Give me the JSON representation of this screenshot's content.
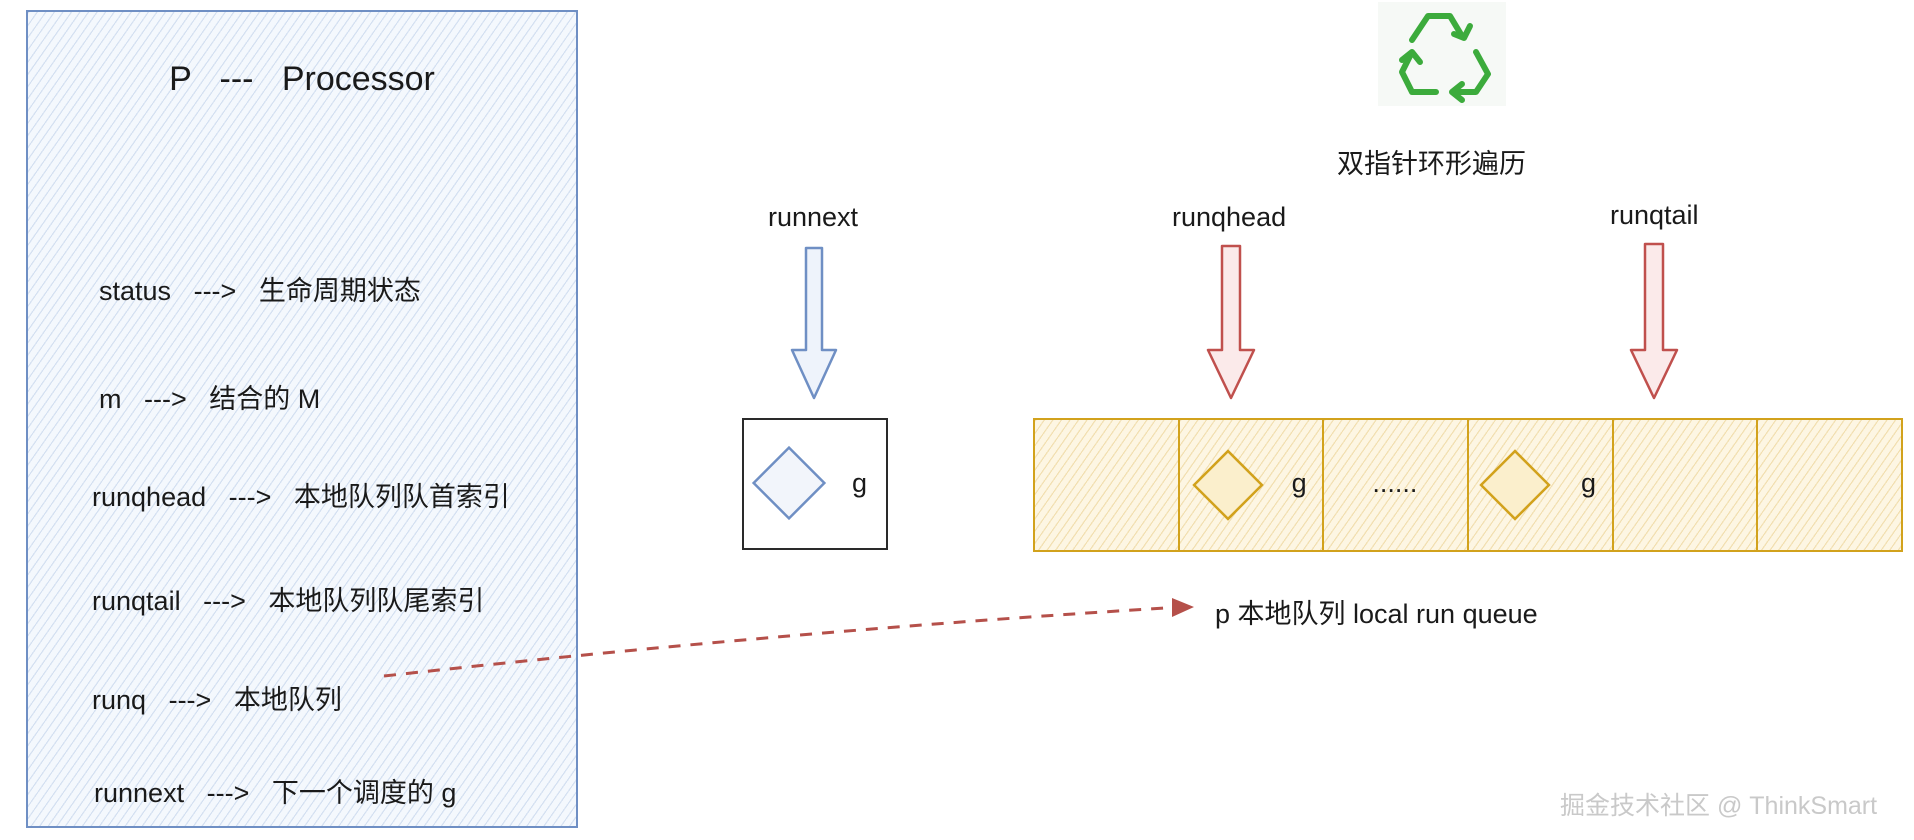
{
  "panel": {
    "title": "P   ---   Processor",
    "fields": [
      {
        "name": "status",
        "arrow": "--->",
        "desc": "生命周期状态"
      },
      {
        "name": "m",
        "arrow": "--->",
        "desc": "结合的 M"
      },
      {
        "name": "runqhead",
        "arrow": "--->",
        "desc": "本地队列队首索引"
      },
      {
        "name": "runqtail",
        "arrow": "--->",
        "desc": "本地队列队尾索引"
      },
      {
        "name": "runq",
        "arrow": "--->",
        "desc": "本地队列"
      },
      {
        "name": "runnext",
        "arrow": "--->",
        "desc": "下一个调度的 g"
      }
    ]
  },
  "pointers": {
    "runnext": "runnext",
    "runqhead": "runqhead",
    "runqtail": "runqtail"
  },
  "recycle": {
    "icon": "recycle-icon",
    "caption": "双指针环形遍历"
  },
  "runnext_box": {
    "label": "g"
  },
  "queue": {
    "slots": [
      {
        "label": "",
        "has_g": false
      },
      {
        "label": "g",
        "has_g": true
      },
      {
        "label": "......",
        "has_g": false
      },
      {
        "label": "g",
        "has_g": true
      },
      {
        "label": "",
        "has_g": false
      },
      {
        "label": "",
        "has_g": false
      }
    ],
    "caption": "p 本地队列 local run queue"
  },
  "watermark": "掘金技术社区 @ ThinkSmart",
  "colors": {
    "blue": "#6f8fc4",
    "red": "#c0504d",
    "gold": "#d2a21c",
    "green": "#3cab3c"
  }
}
